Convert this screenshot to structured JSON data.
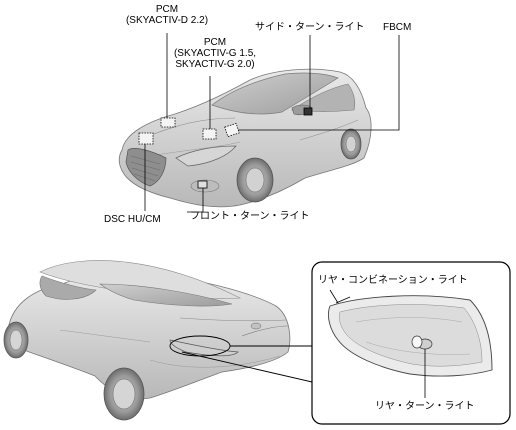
{
  "labels": {
    "pcm_d": [
      "PCM",
      "(SKYACTIV-D 2.2)"
    ],
    "pcm_g": [
      "PCM",
      "(SKYACTIV-G 1.5,",
      "SKYACTIV-G 2.0)"
    ],
    "side_turn_light": "サイド・ターン・ライト",
    "fbcm": "FBCM",
    "dsc_hu_cm": "DSC HU/CM",
    "front_turn_light": "フロント・ターン・ライト",
    "rear_combination_light": "リヤ・コンビネーション・ライト",
    "rear_turn_light": "リヤ・ターン・ライト"
  }
}
